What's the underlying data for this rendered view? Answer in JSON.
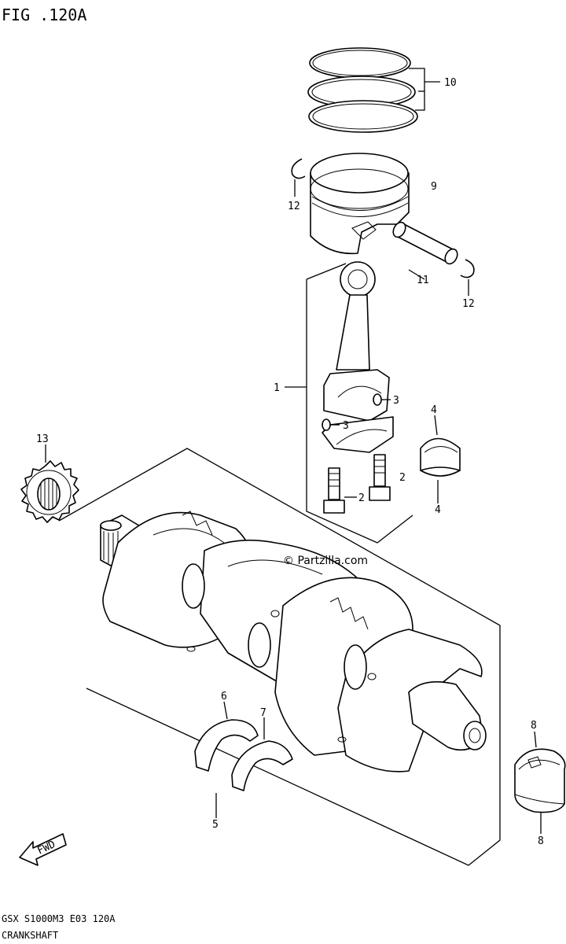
{
  "figure_title": "FIG .120A",
  "watermark": "© Partzilla.com",
  "footer": {
    "model_code": "GSX S1000M3 E03 120A",
    "section_name": "CRANKSHAFT"
  },
  "fwd_label": "FWD",
  "callouts": [
    "10",
    "9",
    "12",
    "12",
    "11",
    "1",
    "3",
    "3",
    "4",
    "4",
    "2",
    "2",
    "13",
    "6",
    "7",
    "5",
    "8",
    "8"
  ]
}
